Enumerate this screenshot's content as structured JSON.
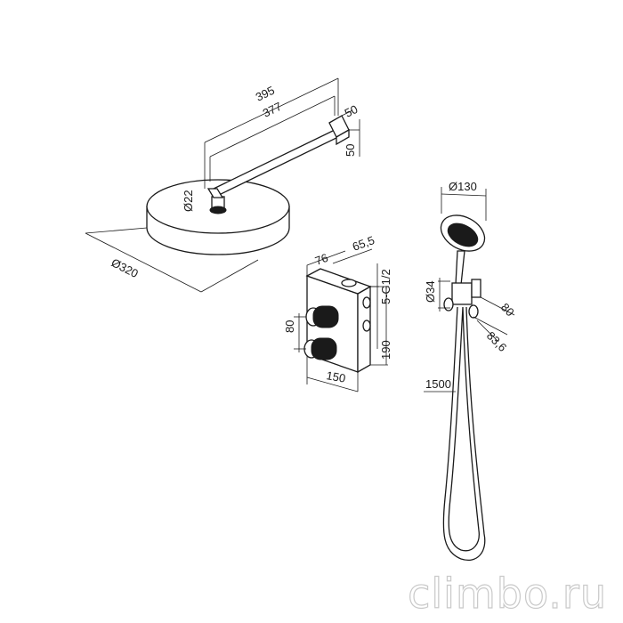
{
  "dimensions": {
    "arm_total": "395",
    "arm_length": "377",
    "flange_width": "50",
    "flange_height": "50",
    "arm_diameter": "Ø22",
    "head_diameter": "Ø320",
    "box_depth_1": "76",
    "box_depth_2": "65,5",
    "inlet_thread": "5-G1/2",
    "knob_spacing": "80",
    "box_height": "190",
    "box_width": "150",
    "handshower_diameter": "Ø130",
    "holder_diameter": "Ø34",
    "holder_height": "80",
    "holder_depth": "83,6",
    "hose_length": "1500"
  },
  "watermark": "climbo.ru",
  "colors": {
    "line": "#1a1a1a",
    "watermark_outline": "#c9c9c9"
  }
}
